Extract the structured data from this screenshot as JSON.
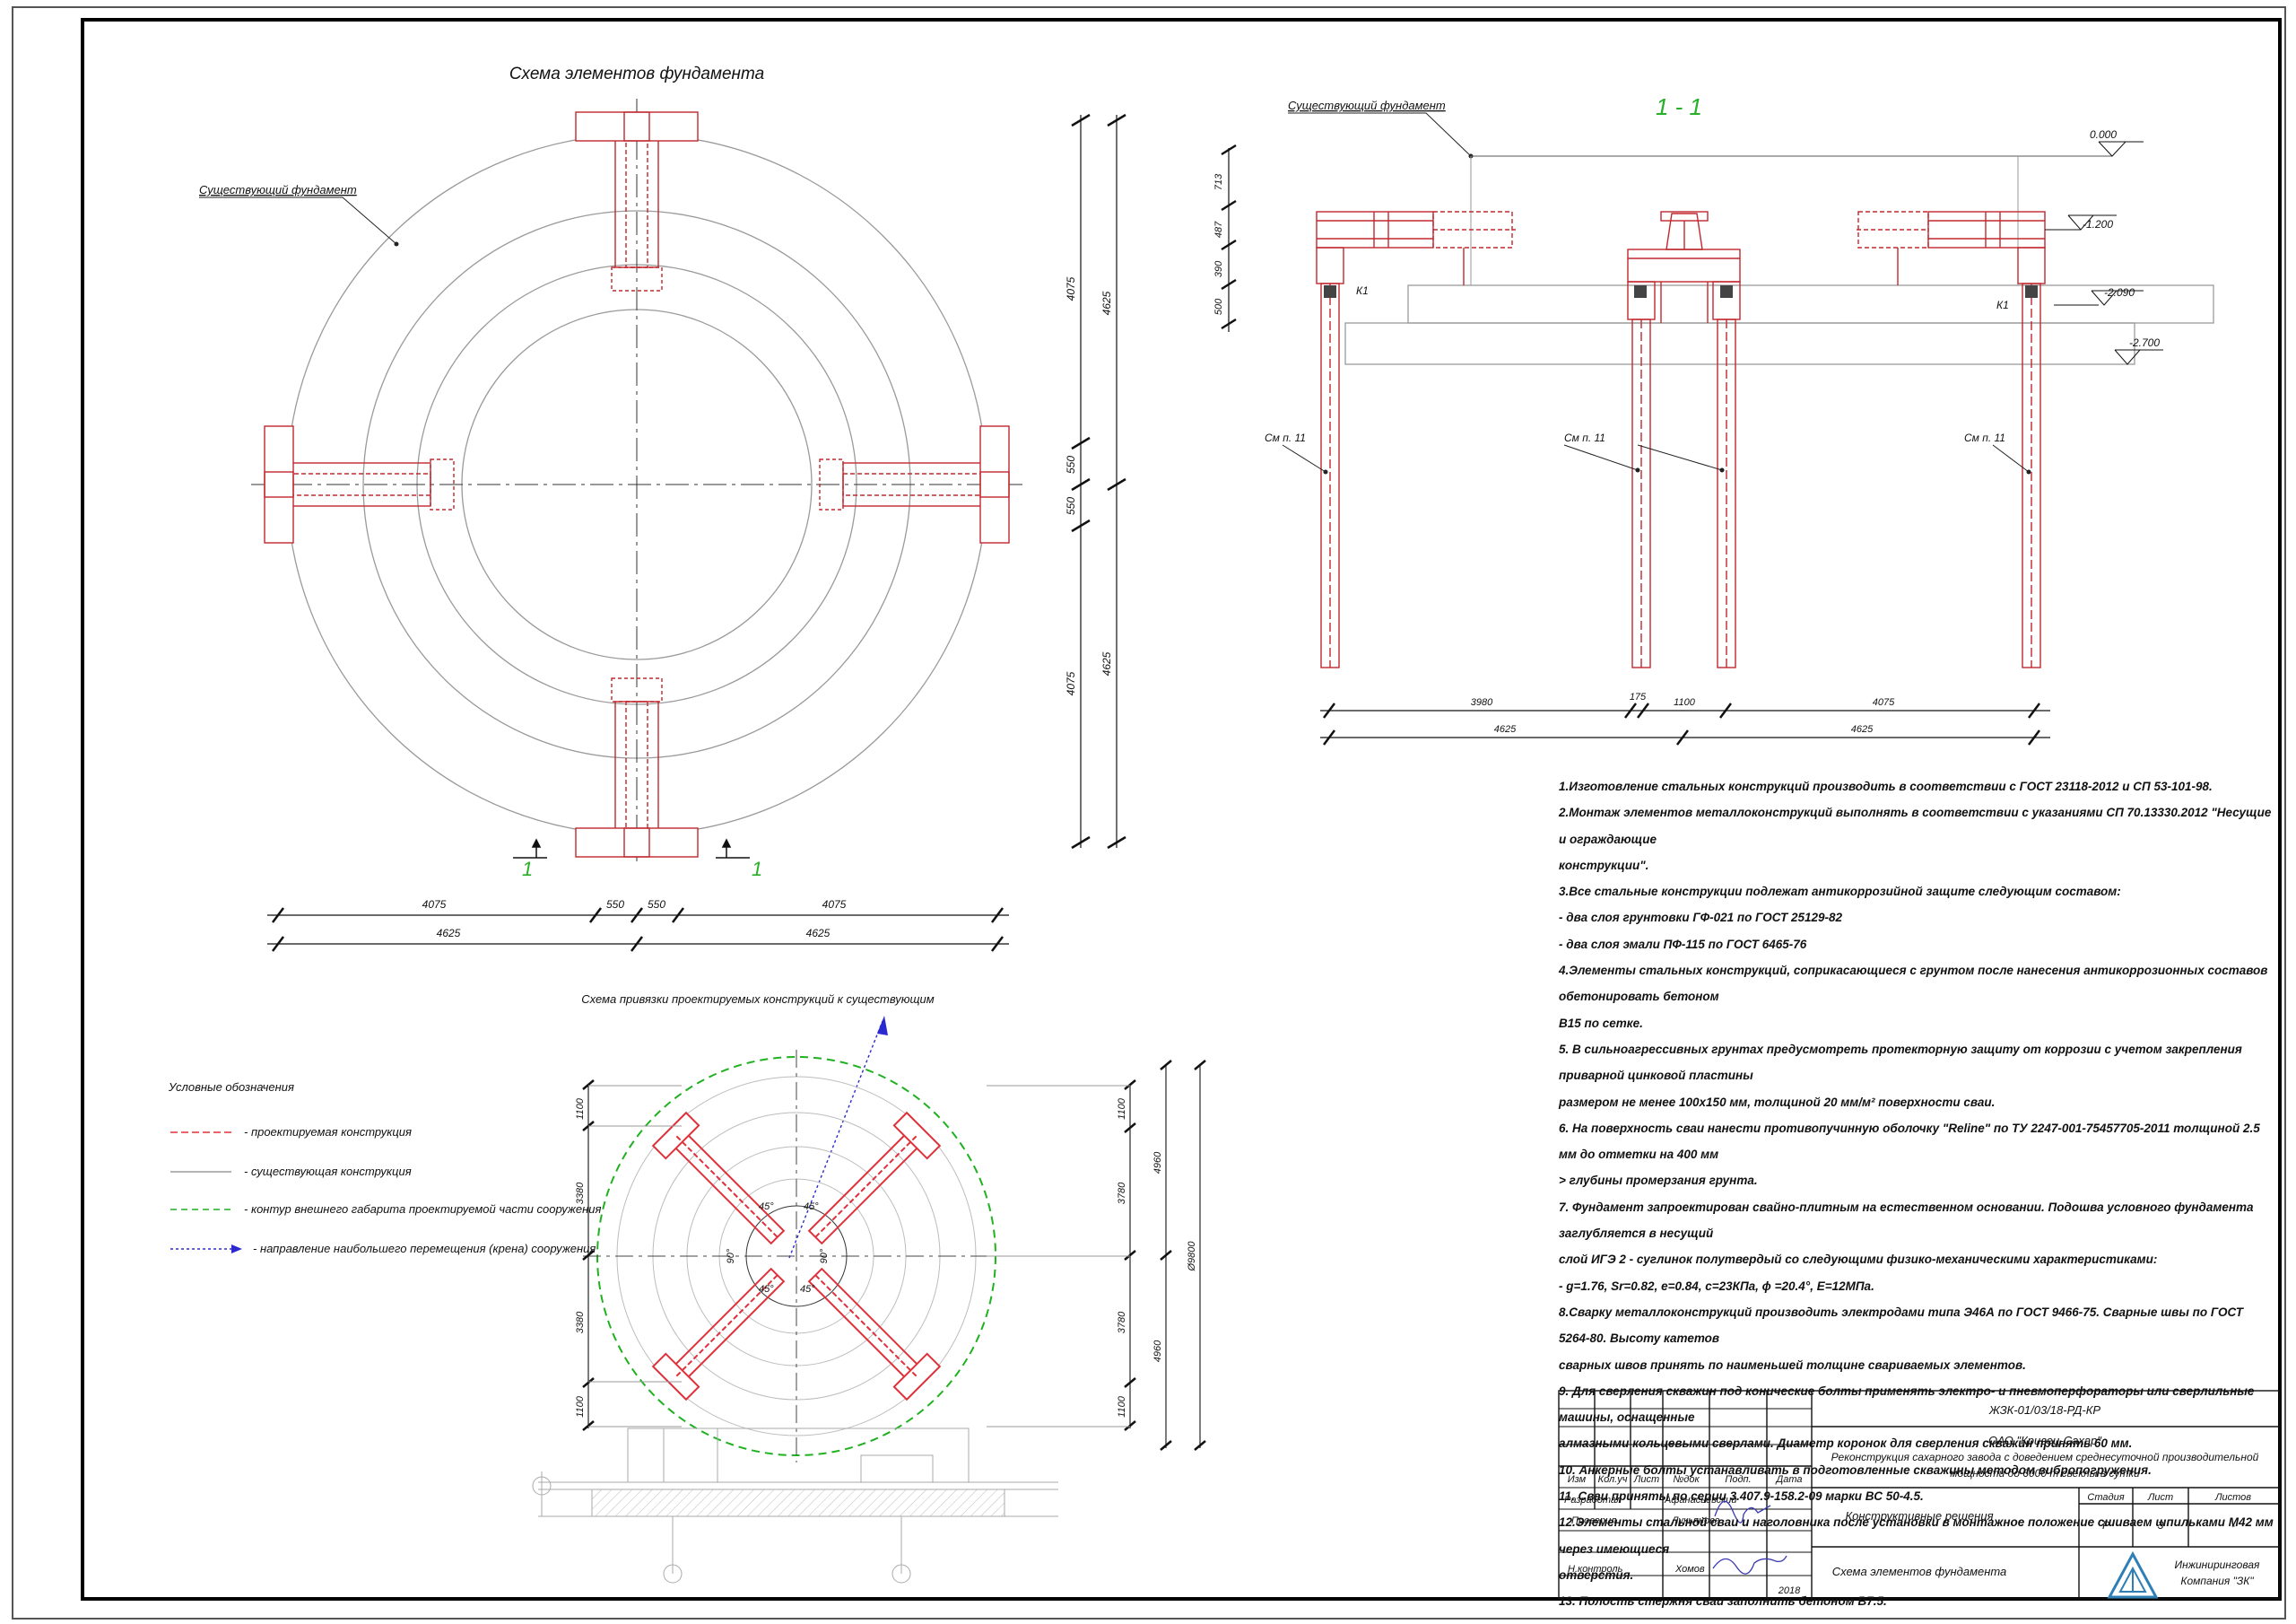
{
  "plan": {
    "title": "Схема элементов фундамента",
    "existing_label": "Существующий фундамент",
    "section_mark": "1"
  },
  "section": {
    "title": "1 - 1",
    "existing_label": "Существующий фундамент",
    "levels": [
      "0.000",
      "-1.200",
      "-2.090",
      "-2.700"
    ],
    "node_label": "К1",
    "ref_label": "См п. 11",
    "dims_left": [
      "713",
      "487",
      "390",
      "500"
    ],
    "dims_bottom_top": [
      "3980",
      "175",
      "1100",
      "4075"
    ],
    "dims_bottom_bot": [
      "4625",
      "4625"
    ]
  },
  "plan_dims": {
    "right_outer": [
      "4075",
      "550",
      "550",
      "4075"
    ],
    "right_inner": [
      "4625",
      "4625"
    ],
    "bottom_top": [
      "4075",
      "550",
      "550",
      "4075"
    ],
    "bottom_bot": [
      "4625",
      "4625"
    ]
  },
  "binding": {
    "title": "Схема привязки проектируемых конструкций к существующим",
    "angles": [
      "45°",
      "45°",
      "90°",
      "90°",
      "45°",
      "45°"
    ],
    "dims_left": [
      "1100",
      "3380",
      "3380",
      "1100"
    ],
    "dims_right": [
      "1100",
      "3780",
      "3780",
      "1100"
    ],
    "dims_right2": [
      "4960",
      "4960"
    ],
    "diameter": "Ø9800"
  },
  "legend": {
    "title": "Условные обозначения",
    "items": [
      {
        "text": "- проектируемая конструкция",
        "color": "#e0303a",
        "dash": "8 4"
      },
      {
        "text": "- существующая конструкция",
        "color": "#9a9a9a",
        "dash": ""
      },
      {
        "text": "- контур внешнего габарита проектируемой части сооружения",
        "color": "#1fb11f",
        "dash": "7 5"
      },
      {
        "text": "- направление наибольшего перемещения (крена) сооружения",
        "color": "#2a2ad0",
        "dash": "3 3"
      }
    ]
  },
  "notes": [
    "1.Изготовление стальных конструкций производить в соответствии с ГОСТ 23118-2012 и СП 53-101-98.",
    "2.Монтаж элементов металлоконструкций выполнять в соответствии с указаниями СП 70.13330.2012 \"Несущие и ограждающие",
    "конструкции\".",
    "3.Все стальные конструкции подлежат антикоррозийной защите следующим составом:",
    "- два слоя грунтовки ГФ-021 по ГОСТ 25129-82",
    "- два слоя эмали ПФ-115 по ГОСТ 6465-76",
    "4.Элементы стальных конструкций, соприкасающиеся с грунтом после нанесения антикоррозионных составов обетонировать бетоном",
    "В15 по сетке.",
    "5. В сильноагрессивных грунтах предусмотреть протекторную защиту от коррозии с учетом закрепления приварной цинковой пластины",
    "размером не менее 100х150 мм, толщиной 20 мм/м² поверхности сваи.",
    "6. На поверхность сваи нанести противопучинную оболочку \"Reline\" по ТУ 2247-001-75457705-2011 толщиной 2.5 мм до отметки на 400 мм",
    "> глубины промерзания грунта.",
    "7. Фундамент запроектирован свайно-плитным на естественном основании. Подошва условного фундамента заглубляется в несущий",
    "слой ИГЭ 2 - суглинок полутвердый со следующими физико-механическими характеристиками:",
    "- g=1.76, Sr=0.82, e=0.84, c=23КПа, ϕ =20.4°, Е=12МПа.",
    "8.Сварку металлоконструкций производить электродами типа Э46А по ГОСТ 9466-75. Сварные швы по ГОСТ 5264-80. Высоту катетов",
    "сварных швов принять по наименьшей толщине свариваемых элементов.",
    "9. Для сверления скважин под конические болты применять электро- и пневмоперфораторы или сверлильные машины, оснащенные",
    "алмазными кольцевыми сверлами. Диаметр коронок для сверления скважин принять 60 мм.",
    "10. Анкерные болты устанавливать в подготовленные скважины методом вибропогружения.",
    "11. Сваи приняты по серии 3.407.9-158.2-09 марки ВС 50-4.5.",
    "12.Элементы стальной сваи и наголовника после установки в монтажное положение сшиваем шпильками М42 мм через имеющиеся",
    "отверстия.",
    "13. Полость стержня сваи заполнить бетоном В7.5."
  ],
  "stamp": {
    "code": "ЖЗК-01/03/18-РД-КР",
    "org": "ОАО \"Кривец-Сахар\"",
    "desc1": "Реконструкция сахарного завода с доведением среднесуточной производительной",
    "desc2": "мощности до 6000 т свеклы в сутки",
    "headers": [
      "Изм",
      "Кол.уч",
      "Лист",
      "№док",
      "Подп.",
      "Дата"
    ],
    "role1": "Разработал",
    "name1": "Афанасьевский",
    "role2": "Проверил",
    "name2": "Лукьянова",
    "role3": "Н.контроль",
    "name3": "Хомов",
    "date": "2018",
    "section_name": "Конструктивные решения",
    "sheet_name": "Схема элементов фундамента",
    "stage_h": "Стадия",
    "sheet_h": "Лист",
    "sheets_h": "Листов",
    "stage": "Р",
    "sheet": "3",
    "sheets": "-",
    "company1": "Инжиниринговая",
    "company2": "Компания \"ЗК\""
  }
}
